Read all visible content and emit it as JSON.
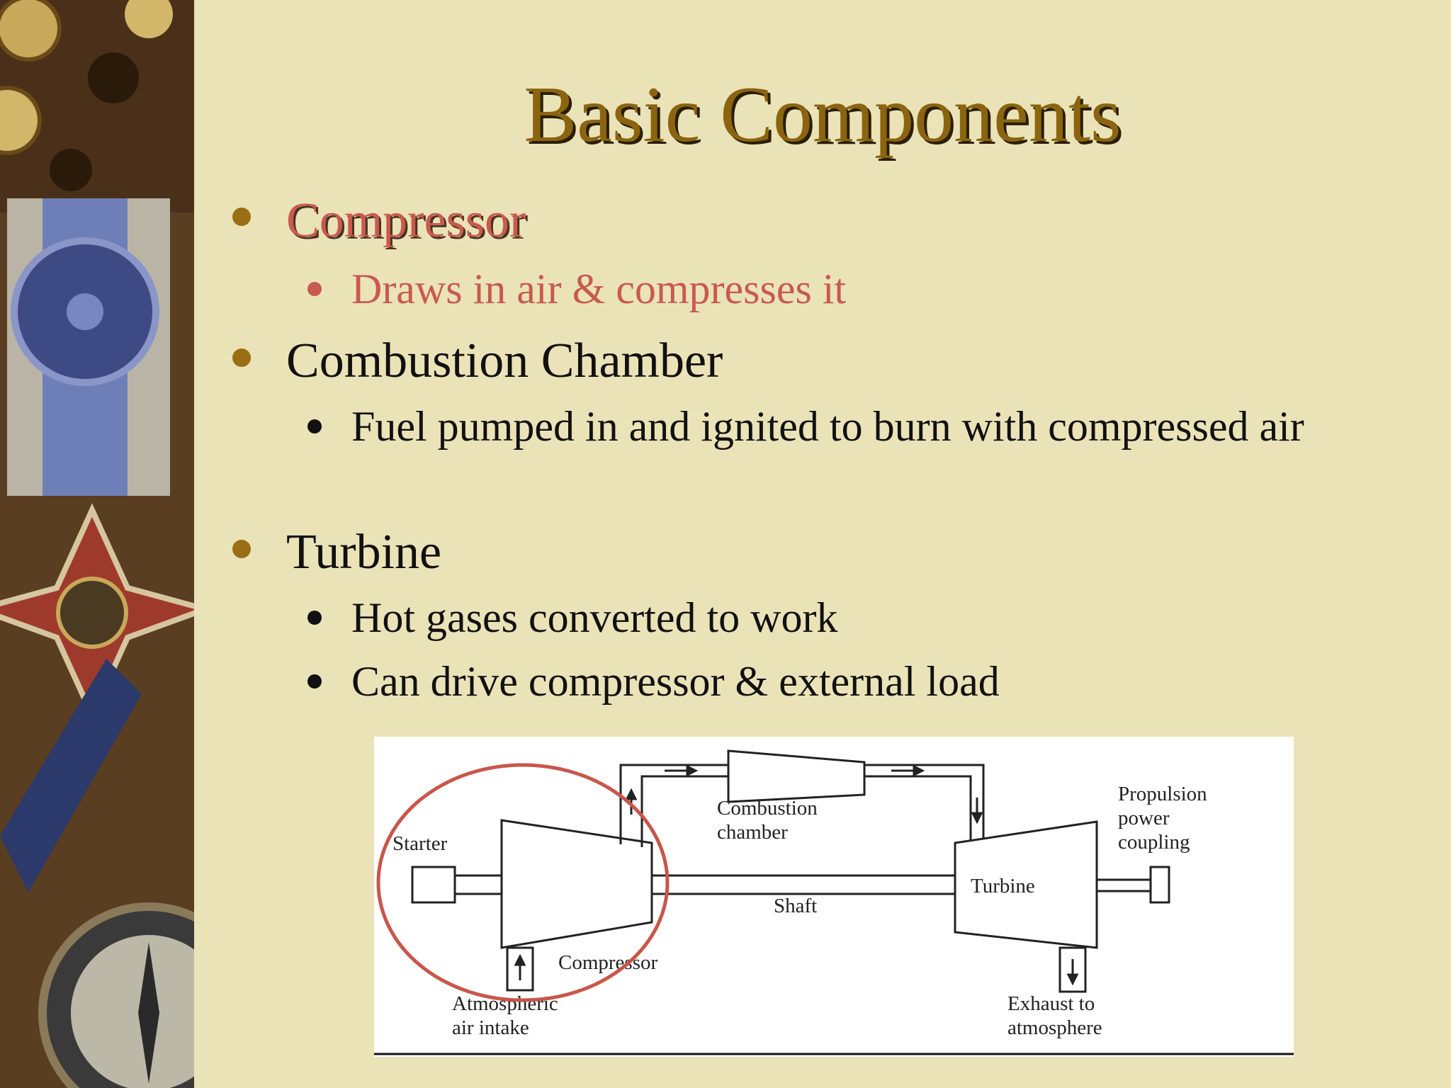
{
  "slide": {
    "title": "Basic Components",
    "bullets": [
      {
        "label": "Compressor",
        "sub": [
          "Draws in air & compresses it"
        ]
      },
      {
        "label": "Combustion Chamber",
        "sub": [
          "Fuel pumped in and ignited to burn with compressed air"
        ]
      },
      {
        "label": "Turbine",
        "sub": [
          "Hot gases converted to work",
          "Can drive compressor & external load"
        ]
      }
    ]
  },
  "diagram": {
    "labels": {
      "starter": "Starter",
      "combustion": "Combustion\nchamber",
      "shaft": "Shaft",
      "turbine": "Turbine",
      "compressor": "Compressor",
      "propulsion": "Propulsion\npower\ncoupling",
      "intake": "Atmospheric\nair intake",
      "exhaust": "Exhaust to\natmosphere"
    },
    "highlight_color": "#c9564b"
  },
  "colors": {
    "background": "#ebe3b8",
    "title": "#8b6410",
    "highlight": "#c85a4e",
    "bullet_gold": "#9a6e12"
  }
}
